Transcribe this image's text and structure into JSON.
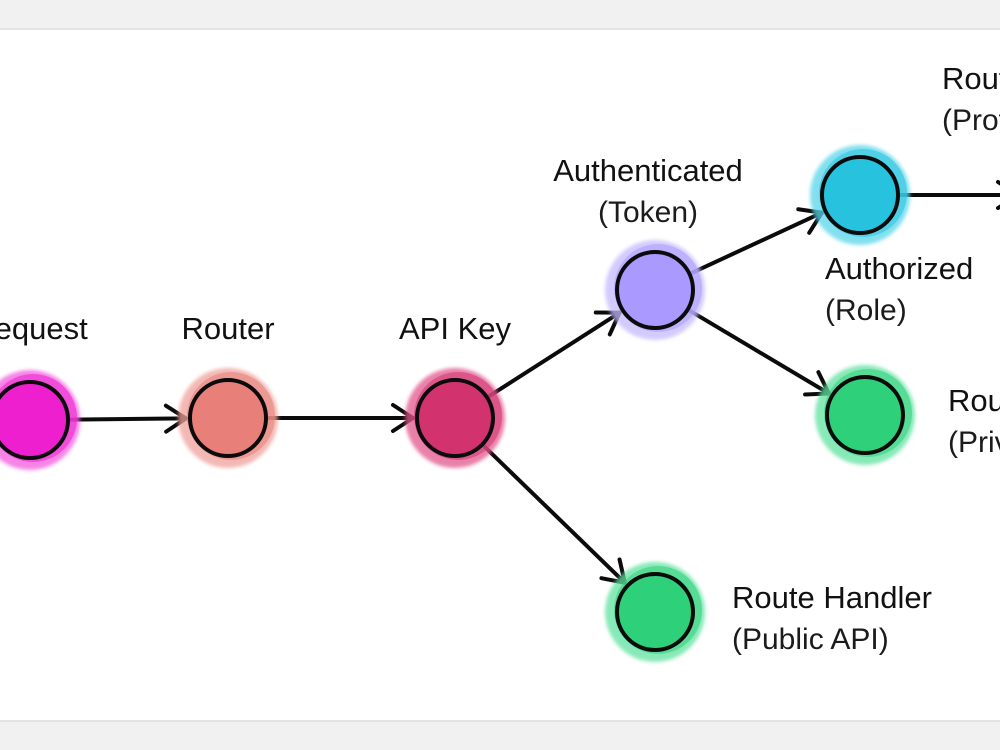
{
  "diagram": {
    "nodes": [
      {
        "id": "request",
        "title": "Request",
        "subtitle": "",
        "color": "#ee1fcf",
        "halo": "#f35be0"
      },
      {
        "id": "router",
        "title": "Router",
        "subtitle": "",
        "color": "#e87f79",
        "halo": "#efa19b"
      },
      {
        "id": "api_key",
        "title": "API Key",
        "subtitle": "",
        "color": "#d2336f",
        "halo": "#e2578d"
      },
      {
        "id": "authenticated",
        "title": "Authenticated",
        "subtitle": "(Token)",
        "color": "#aa9aff",
        "halo": "#c5baff"
      },
      {
        "id": "authorized",
        "title": "Authorized",
        "subtitle": "(Role)",
        "color": "#27c3de",
        "halo": "#58d6ea"
      },
      {
        "id": "route_private",
        "title": "Route Handler",
        "subtitle": "(Private API)",
        "color": "#2ed17a",
        "halo": "#61e2a0"
      },
      {
        "id": "route_public",
        "title": "Route Handler",
        "subtitle": "(Public API)",
        "color": "#2ed17a",
        "halo": "#61e2a0"
      },
      {
        "id": "route_protected",
        "title": "Route Handler",
        "subtitle": "(Protected API)",
        "color": "#2ed17a",
        "halo": "#61e2a0"
      }
    ],
    "edges": [
      {
        "from": "request",
        "to": "router"
      },
      {
        "from": "router",
        "to": "api_key"
      },
      {
        "from": "api_key",
        "to": "authenticated"
      },
      {
        "from": "api_key",
        "to": "route_public"
      },
      {
        "from": "authenticated",
        "to": "authorized"
      },
      {
        "from": "authenticated",
        "to": "route_private"
      },
      {
        "from": "authorized",
        "to": "route_protected"
      }
    ]
  }
}
